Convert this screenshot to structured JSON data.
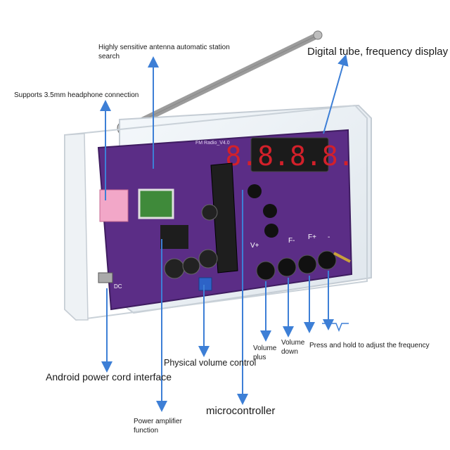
{
  "callouts": {
    "antenna": "Highly sensitive antenna automatic station search",
    "digital_tube": "Digital tube, frequency display",
    "headphone": "Supports 3.5mm headphone connection",
    "android_power": "Android power cord interface",
    "volume_control": "Physical volume control",
    "microcontroller": "microcontroller",
    "power_amp": "Power amplifier function",
    "volume_plus": "Volume plus",
    "volume_down": "Volume down",
    "press_hold": "Press and hold to adjust the frequency"
  },
  "board": {
    "model": "FM Radio_V4.0",
    "display_digits": "8.8.8.8.",
    "btn_vplus": "V+",
    "btn_fminus": "F-",
    "btn_fplus": "F+",
    "btn_vminus": "-",
    "dc_label": "DC"
  },
  "colors": {
    "pcb": "#5b2d86",
    "arrow": "#3d7fd6",
    "display": "#d3202a"
  }
}
